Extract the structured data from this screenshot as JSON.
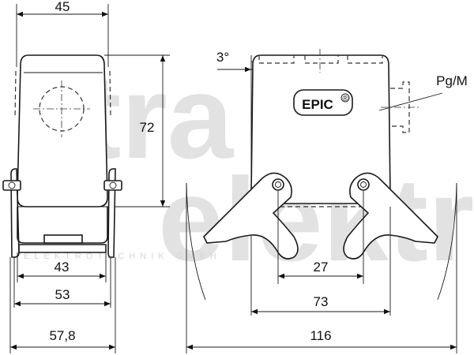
{
  "drawing": {
    "watermark_lines": [
      "atra",
      "elektro"
    ],
    "watermark_tagline": "ELEKTROTECHNIK GMBH",
    "brand": "EPIC",
    "brand_mark": "®",
    "callout_thread": "Pg/M",
    "angle": "3°",
    "dims": {
      "width_top": "45",
      "height": "72",
      "inner_width": "43",
      "mid_width": "53",
      "outer_width": "57,8",
      "lever_spacing": "27",
      "housing_width": "73",
      "overall_width": "116"
    }
  }
}
